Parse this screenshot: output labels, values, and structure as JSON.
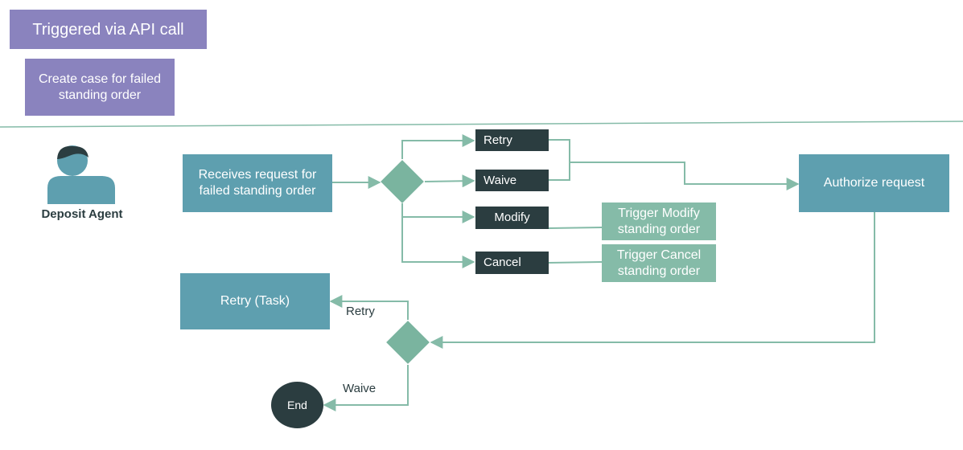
{
  "header": {
    "trigger": "Triggered via API call",
    "create_case": "Create case for failed standing order"
  },
  "actor": {
    "name": "Deposit Agent",
    "icon": "person-icon"
  },
  "nodes": {
    "receives_request": "Receives request for failed standing order",
    "retry": "Retry",
    "waive": "Waive",
    "modify": "Modify",
    "cancel": "Cancel",
    "trigger_modify": "Trigger Modify standing order",
    "trigger_cancel": "Trigger Cancel standing order",
    "authorize": "Authorize request",
    "retry_task": "Retry (Task)",
    "end": "End"
  },
  "edge_labels": {
    "retry": "Retry",
    "waive": "Waive"
  },
  "colors": {
    "purple": "#8a83be",
    "teal": "#5e9faf",
    "dark": "#2b3d40",
    "light_green": "#85bba8",
    "connector": "#85bba8"
  }
}
